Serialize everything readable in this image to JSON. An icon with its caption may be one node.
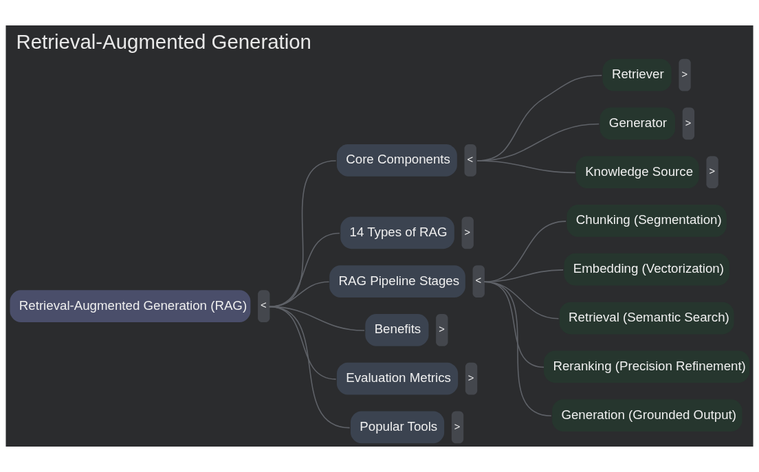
{
  "diagram": {
    "title": "Retrieval-Augmented Generation",
    "nodes": [
      {
        "text": [
          "Retrieval-Augmented Generation (RAG)"
        ],
        "beside": [
          "<"
        ]
      },
      {
        "text": [
          "Core Components"
        ],
        "beside": [
          "<"
        ]
      },
      {
        "text": [
          "Retriever"
        ],
        "beside": [
          ">"
        ]
      },
      {
        "text": [
          "Generator"
        ],
        "beside": [
          ">"
        ]
      },
      {
        "text": [
          "Knowledge Source"
        ],
        "beside": [
          ">"
        ]
      },
      {
        "text": [
          "14 Types of RAG"
        ],
        "beside": [
          ">"
        ]
      },
      {
        "text": [
          "RAG Pipeline Stages"
        ],
        "beside": [
          "<"
        ]
      },
      {
        "text": [
          "Chunking (Segmentation)"
        ]
      },
      {
        "text": [
          "Embedding (Vectorization)"
        ]
      },
      {
        "text": [
          "Retrieval (Semantic Search)"
        ]
      },
      {
        "text": [
          "Reranking (Precision Refinement)"
        ]
      },
      {
        "text": [
          "Generation (Grounded Output)"
        ]
      },
      {
        "text": [
          "Benefits"
        ],
        "beside": [
          ">"
        ]
      },
      {
        "text": [
          "Evaluation Metrics"
        ],
        "beside": [
          ">"
        ]
      },
      {
        "text": [
          "Popular Tools"
        ],
        "beside": [
          ">"
        ]
      }
    ],
    "edges": [
      {
        "from": 0,
        "to": 1,
        "arrow": "none"
      },
      {
        "from": 1,
        "to": 2,
        "arrow": "none"
      },
      {
        "from": 1,
        "to": 3,
        "arrow": "none"
      },
      {
        "from": 1,
        "to": 4,
        "arrow": "none"
      },
      {
        "from": 0,
        "to": 5,
        "arrow": "none"
      },
      {
        "from": 0,
        "to": 6,
        "arrow": "none"
      },
      {
        "from": 6,
        "to": 7,
        "arrow": "none"
      },
      {
        "from": 6,
        "to": 8,
        "arrow": "none"
      },
      {
        "from": 6,
        "to": 9,
        "arrow": "none"
      },
      {
        "from": 6,
        "to": 10,
        "arrow": "none"
      },
      {
        "from": 6,
        "to": 11,
        "arrow": "none"
      },
      {
        "from": 0,
        "to": 12,
        "arrow": "none"
      },
      {
        "from": 0,
        "to": 13,
        "arrow": "none"
      },
      {
        "from": 0,
        "to": 14,
        "arrow": "none"
      }
    ]
  }
}
